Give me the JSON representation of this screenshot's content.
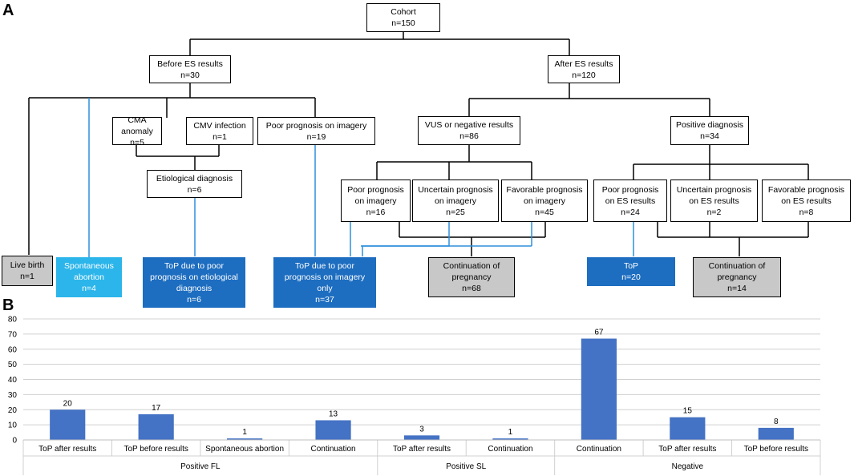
{
  "panel_a_letter": "A",
  "panel_b_letter": "B",
  "flowchart": {
    "cohort": "Cohort\nn=150",
    "before": "Before ES results\nn=30",
    "after": "After ES results\nn=120",
    "cma": "CMA anomaly\nn=5",
    "cmv": "CMV infection\nn=1",
    "poor_imagery": "Poor prognosis on imagery\nn=19",
    "etiological": "Etiological diagnosis\nn=6",
    "vus": "VUS or negative results\nn=86",
    "positive": "Positive  diagnosis\nn=34",
    "vus_poor": "Poor prognosis\non imagery\nn=16",
    "vus_uncertain": "Uncertain prognosis\non imagery\nn=25",
    "vus_favorable": "Favorable prognosis\non imagery\nn=45",
    "pos_poor": "Poor prognosis\non ES results\nn=24",
    "pos_uncertain": "Uncertain prognosis\non ES results\nn=2",
    "pos_favorable": "Favorable prognosis\non ES results\nn=8",
    "live_birth": "Live birth\nn=1",
    "spont_abortion": "Spontaneous\nabortion\nn=4",
    "top_etio": "ToP due to poor\nprognosis on etiological\ndiagnosis\nn=6",
    "top_imagery": "ToP due to poor\nprognosis on imagery\nonly\nn=37",
    "cont_68": "Continuation of\npregnancy\nn=68",
    "top_20": "ToP\nn=20",
    "cont_14": "Continuation of\npregnancy\nn=14"
  },
  "chart_data": {
    "type": "bar",
    "ylim": [
      0,
      80
    ],
    "yticks": [
      0,
      10,
      20,
      30,
      40,
      50,
      60,
      70,
      80
    ],
    "grid": true,
    "color": "#4472c4",
    "categories": [
      "ToP after results",
      "ToP before results",
      "Spontaneous abortion",
      "Continuation",
      "ToP after results",
      "Continuation",
      "Continuation",
      "ToP after results",
      "ToP before results"
    ],
    "values": [
      20,
      17,
      1,
      13,
      3,
      1,
      67,
      15,
      8
    ],
    "groups": [
      {
        "label": "Positive FL",
        "count": 4
      },
      {
        "label": "Positive SL",
        "count": 2
      },
      {
        "label": "Negative",
        "count": 3
      }
    ]
  }
}
